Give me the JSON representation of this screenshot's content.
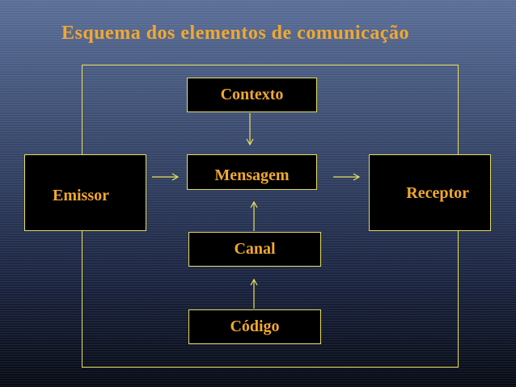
{
  "title": "Esquema dos elementos de comunicação",
  "nodes": {
    "contexto": "Contexto",
    "mensagem": "Mensagem",
    "canal": "Canal",
    "codigo": "Código",
    "emissor": "Emissor",
    "receptor": "Receptor"
  },
  "colors": {
    "title_text": "#f0a830",
    "node_text": "#f0a830",
    "node_border": "#e8e060",
    "node_fill": "#000000",
    "connector": "#e8e060"
  }
}
